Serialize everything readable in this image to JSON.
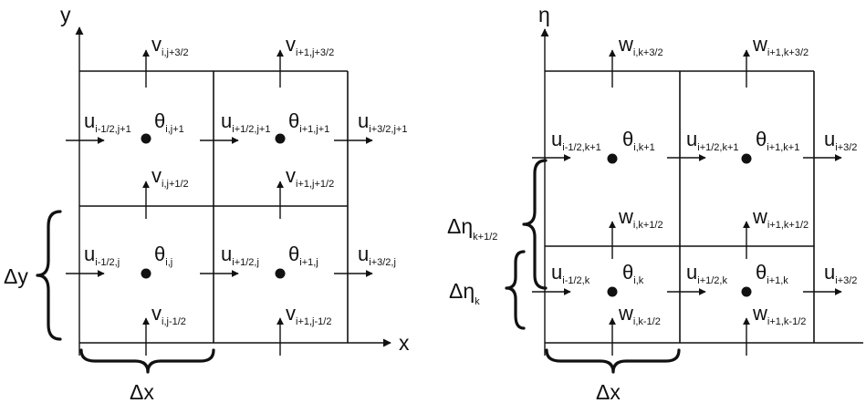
{
  "left": {
    "axis_x": "x",
    "axis_y": "y",
    "delta_x": "Δx",
    "delta_y": "Δy",
    "labels": [
      {
        "sym": "v",
        "sub": "i,j+3/2"
      },
      {
        "sym": "v",
        "sub": "i+1,j+3/2"
      },
      {
        "sym": "u",
        "sub": "i-1/2,j+1"
      },
      {
        "sym": "θ",
        "sub": "i,j+1"
      },
      {
        "sym": "u",
        "sub": "i+1/2,j+1"
      },
      {
        "sym": "θ",
        "sub": "i+1,j+1"
      },
      {
        "sym": "u",
        "sub": "i+3/2,j+1"
      },
      {
        "sym": "v",
        "sub": "i,j+1/2"
      },
      {
        "sym": "v",
        "sub": "i+1,j+1/2"
      },
      {
        "sym": "u",
        "sub": "i-1/2,j"
      },
      {
        "sym": "θ",
        "sub": "i,j"
      },
      {
        "sym": "u",
        "sub": "i+1/2,j"
      },
      {
        "sym": "θ",
        "sub": "i+1,j"
      },
      {
        "sym": "u",
        "sub": "i+3/2,j"
      },
      {
        "sym": "v",
        "sub": "i,j-1/2"
      },
      {
        "sym": "v",
        "sub": "i+1,j-1/2"
      }
    ]
  },
  "right": {
    "axis_y": "η",
    "delta_x": "Δx",
    "delta_eta_upper": {
      "sym": "Δη",
      "sub": "k+1/2"
    },
    "delta_eta_lower": {
      "sym": "Δη",
      "sub": "k"
    },
    "labels": [
      {
        "sym": "w",
        "sub": "i,k+3/2"
      },
      {
        "sym": "w",
        "sub": "i+1,k+3/2"
      },
      {
        "sym": "u",
        "sub": "i-1/2,k+1"
      },
      {
        "sym": "θ",
        "sub": "i,k+1"
      },
      {
        "sym": "u",
        "sub": "i+1/2,k+1"
      },
      {
        "sym": "θ",
        "sub": "i+1,k+1"
      },
      {
        "sym": "u",
        "sub": "i+3/2"
      },
      {
        "sym": "w",
        "sub": "i,k+1/2"
      },
      {
        "sym": "w",
        "sub": "i+1,k+1/2"
      },
      {
        "sym": "u",
        "sub": "i-1/2,k"
      },
      {
        "sym": "θ",
        "sub": "i,k"
      },
      {
        "sym": "u",
        "sub": "i+1/2,k"
      },
      {
        "sym": "θ",
        "sub": "i+1,k"
      },
      {
        "sym": "u",
        "sub": "i+3/2"
      },
      {
        "sym": "w",
        "sub": "i,k-1/2"
      },
      {
        "sym": "w",
        "sub": "i+1,k-1/2"
      }
    ]
  }
}
